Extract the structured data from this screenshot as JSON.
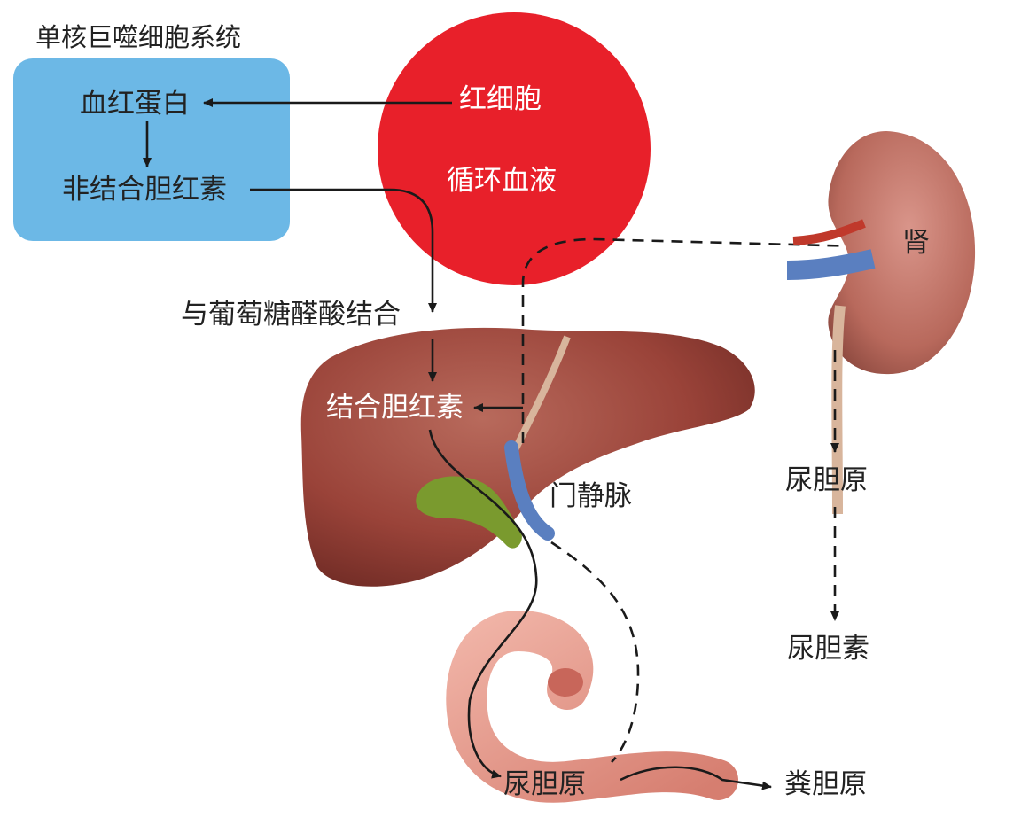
{
  "system_box": {
    "title": "单核巨噬细胞系统",
    "hemoglobin": "血红蛋白",
    "unconjugated_bilirubin": "非结合胆红素"
  },
  "blood": {
    "rbc": "红细胞",
    "circulation": "循环血液"
  },
  "liver": {
    "glucuronide_step": "与葡萄糖醛酸结合",
    "conjugated_bilirubin": "结合胆红素",
    "portal_vein": "门静脉"
  },
  "kidney": {
    "label": "肾",
    "urobilinogen": "尿胆原",
    "urobilin": "尿胆素"
  },
  "intestine": {
    "urobilinogen": "尿胆原",
    "stercobilinogen": "粪胆原"
  },
  "colors": {
    "system_box_fill": "#6cb8e6",
    "blood_circle": "#e8202a",
    "liver": "#9a4339",
    "gallbladder": "#7a9a2e",
    "portal_vein": "#5a7fc0",
    "intestine": "#e9a193",
    "kidney": "#b8695c"
  }
}
